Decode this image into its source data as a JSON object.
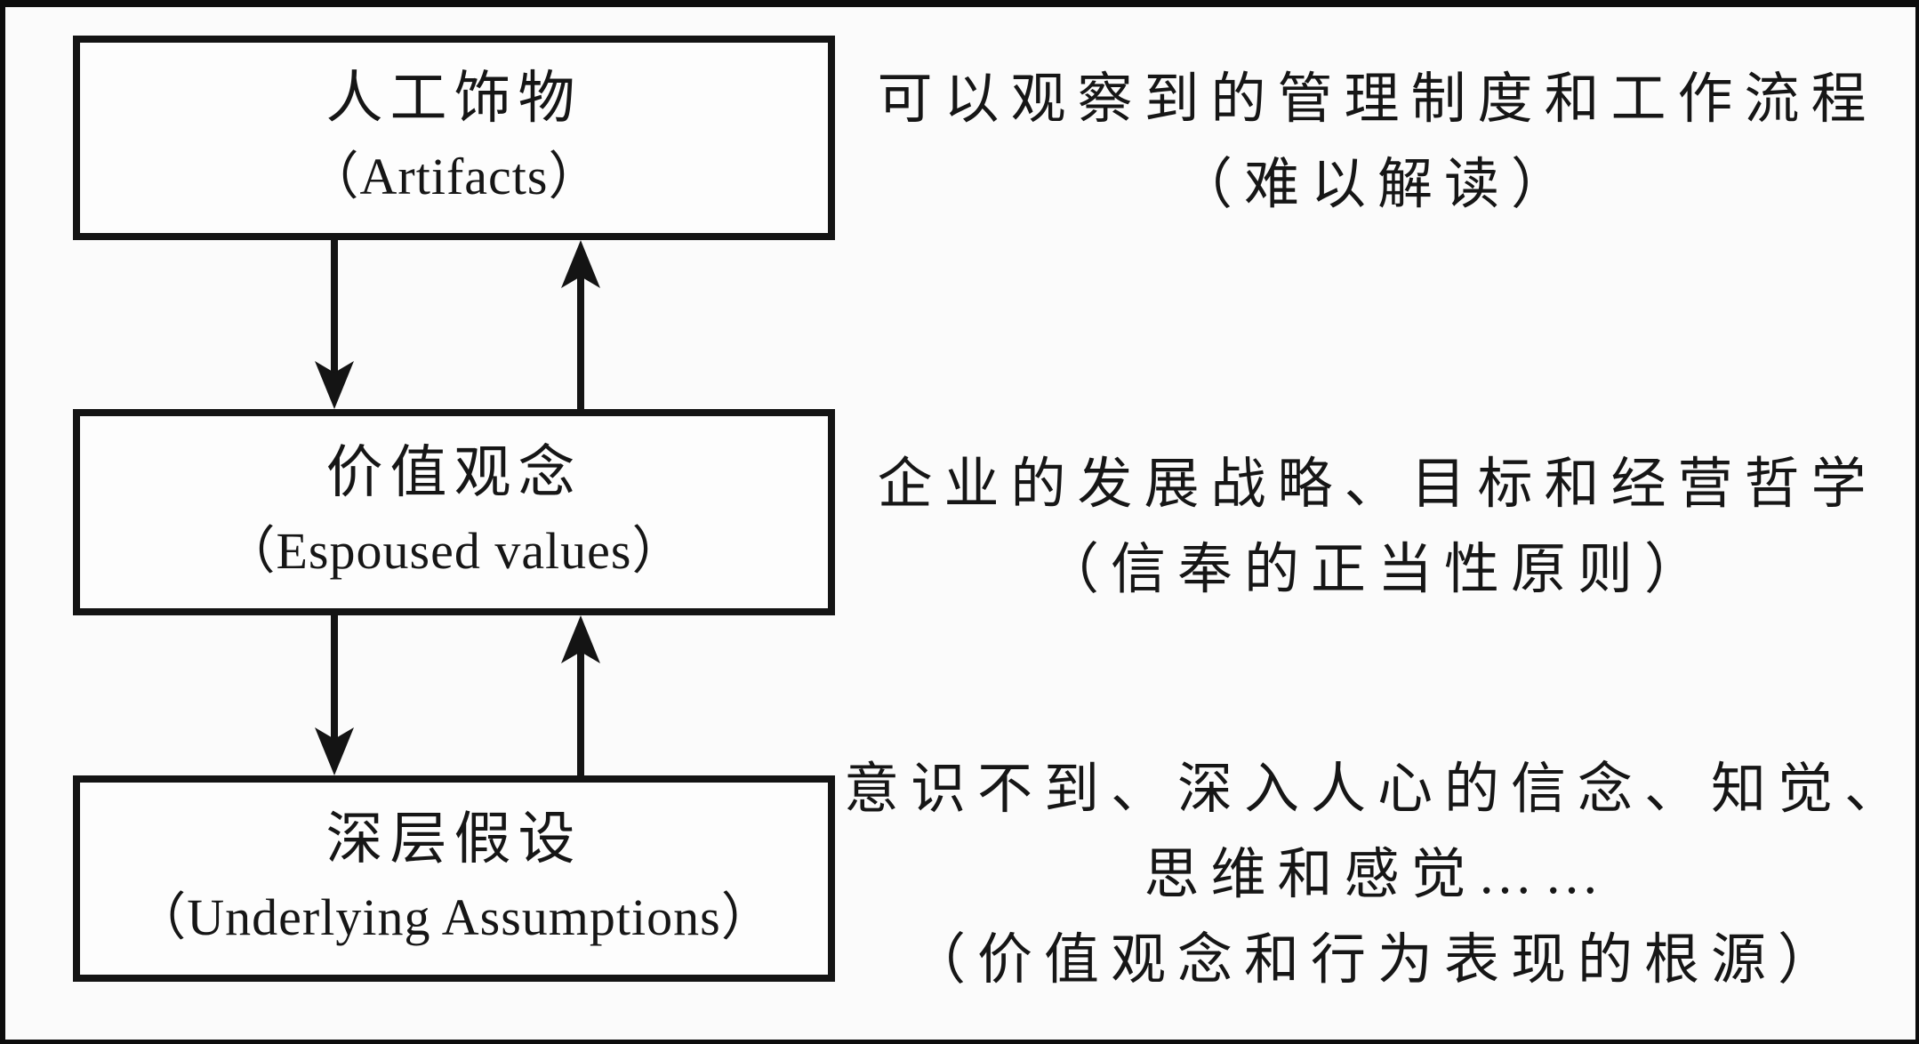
{
  "colors": {
    "ink": "#161616",
    "frame": "#0d0d0d",
    "paper": "#fbfbfb"
  },
  "diagram": {
    "model": "organizational-culture-levels",
    "levels": [
      {
        "id": "artifacts",
        "box": {
          "line_zh": "人工饰物",
          "line_en": "（Artifacts）"
        },
        "desc": {
          "lines": [
            "可以观察到的管理制度和工作流程",
            "（难以解读）"
          ]
        }
      },
      {
        "id": "espoused-values",
        "box": {
          "line_zh": "价值观念",
          "line_en": "（Espoused values）"
        },
        "desc": {
          "lines": [
            "企业的发展战略、目标和经营哲学",
            "（信奉的正当性原则）"
          ]
        }
      },
      {
        "id": "underlying-assumptions",
        "box": {
          "line_zh": "深层假设",
          "line_en": "（Underlying Assumptions）"
        },
        "desc": {
          "lines": [
            "意识不到、深入人心的信念、知觉、",
            "思维和感觉……",
            "（价值观念和行为表现的根源）"
          ]
        }
      }
    ],
    "arrows": [
      {
        "from": "artifacts",
        "to": "espoused-values",
        "direction": "down"
      },
      {
        "from": "espoused-values",
        "to": "artifacts",
        "direction": "up"
      },
      {
        "from": "espoused-values",
        "to": "underlying-assumptions",
        "direction": "down"
      },
      {
        "from": "underlying-assumptions",
        "to": "espoused-values",
        "direction": "up"
      }
    ]
  }
}
